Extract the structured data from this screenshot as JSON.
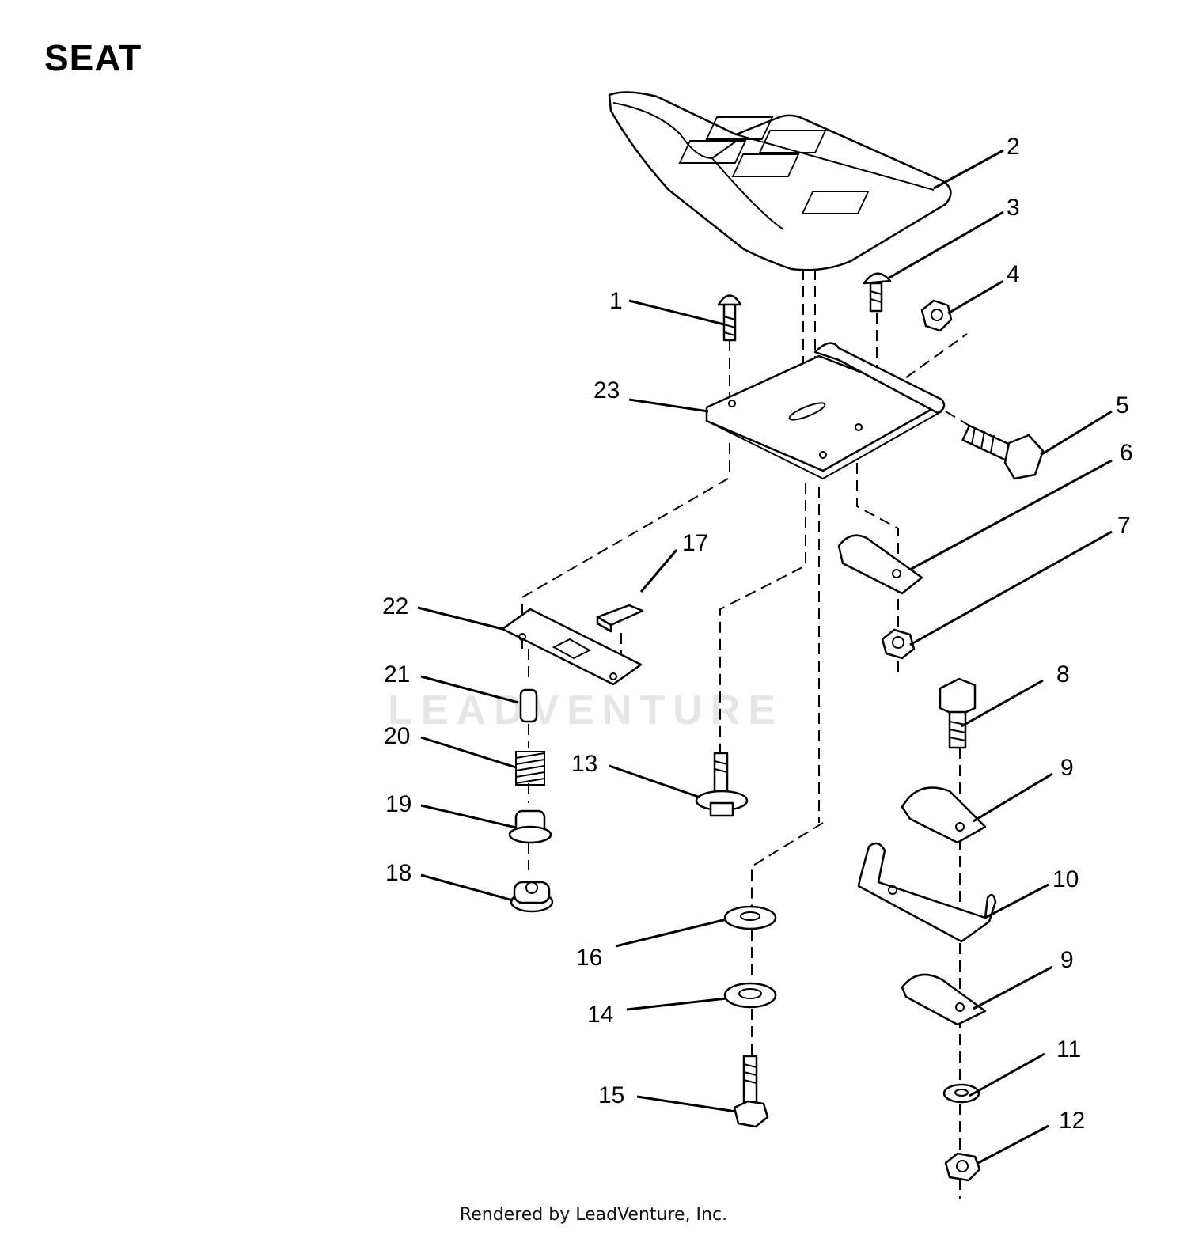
{
  "title": "SEAT",
  "footer": "Rendered by LeadVenture, Inc.",
  "watermark": "LEADVENTURE",
  "callouts": [
    "1",
    "2",
    "3",
    "4",
    "5",
    "6",
    "7",
    "8",
    "9",
    "10",
    "9",
    "11",
    "12",
    "13",
    "14",
    "15",
    "16",
    "17",
    "18",
    "19",
    "20",
    "21",
    "22",
    "23"
  ]
}
